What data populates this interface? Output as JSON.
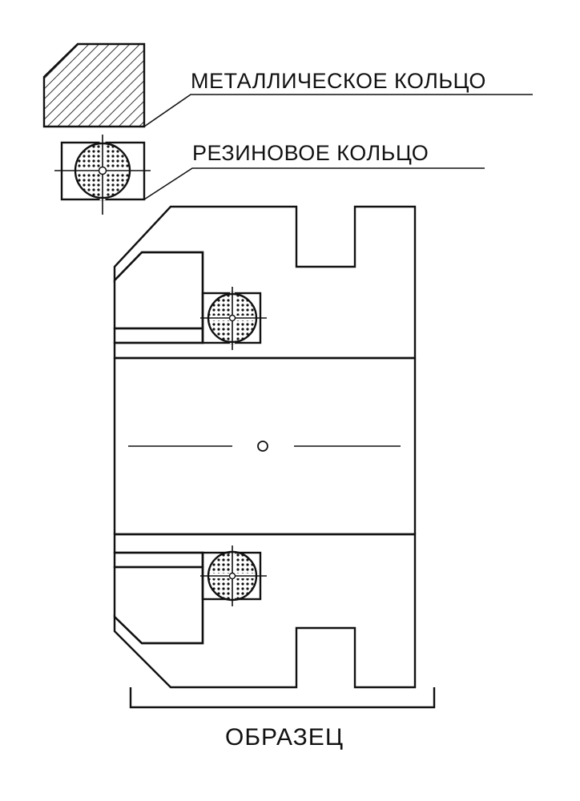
{
  "legend": {
    "metal_ring": "МЕТАЛЛИЧЕСКОЕ КОЛЬЦО",
    "rubber_ring": "РЕЗИНОВОЕ КОЛЬЦО"
  },
  "bracket_label": "ОБРАЗЕЦ",
  "colors": {
    "line": "#111111",
    "background": "#ffffff"
  }
}
